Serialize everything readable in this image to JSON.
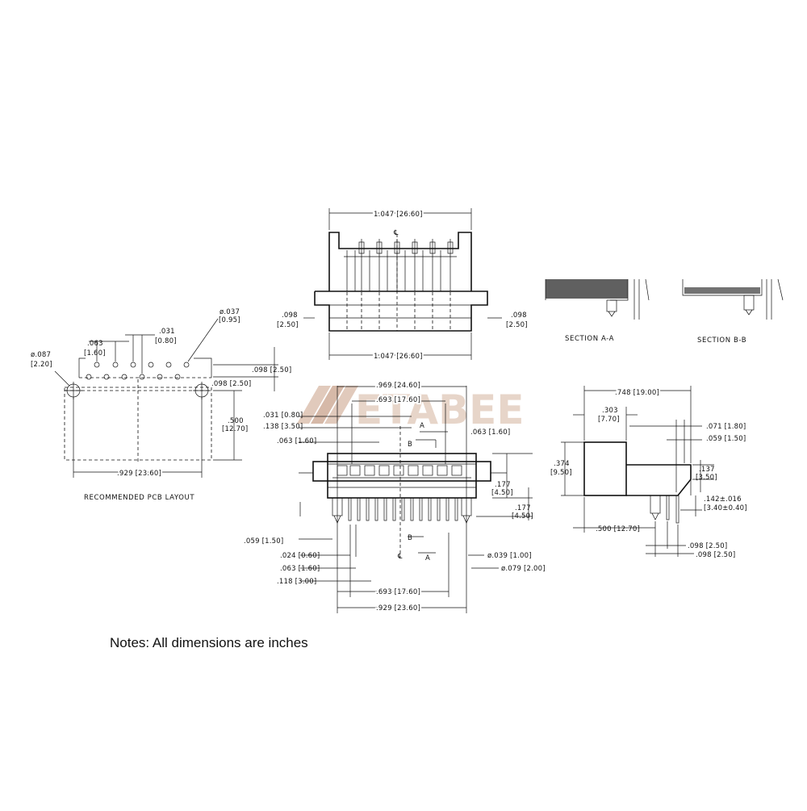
{
  "watermark": {
    "text": "ETABEE",
    "color": "#d8b9a6"
  },
  "notes": "Notes: All dimensions are inches",
  "pcb_layout": {
    "title": "RECOMMENDED PCB LAYOUT",
    "dims": {
      "hole_dia": "ø.037",
      "hole_dia_mm": "[0.95]",
      "mount_dia": "ø.087",
      "mount_dia_mm": "[2.20]",
      "pitch": ".063",
      "pitch_mm": "[1.60]",
      "offset": ".031",
      "offset_mm": "[0.80]",
      "row_a": ".098 [2.50]",
      "row_b": ".098 [2.50]",
      "height": ".500",
      "height_mm": "[12.70]",
      "width": ".929 [23.60]"
    }
  },
  "top_view": {
    "width_top": "1.047 [26.60]",
    "width_bottom": "1.047 [26.60]",
    "flange_left": ".098",
    "flange_left_mm": "[2.50]",
    "flange_right": ".098",
    "flange_right_mm": "[2.50]",
    "centerline": "℄"
  },
  "front_view": {
    "dims": {
      "w969": ".969 [24.60]",
      "w693": ".693 [17.60]",
      "d031": ".031 [0.80]",
      "d138": ".138 [3.50]",
      "d063a": ".063 [1.60]",
      "d063b": ".063 [1.60]",
      "h177a": ".177",
      "h177a_mm": "[4.50]",
      "h177b": ".177",
      "h177b_mm": "[4.50]",
      "d059": ".059 [1.50]",
      "d024": ".024 [0.60]",
      "d063c": ".063 [1.60]",
      "d118": ".118 [3.00]",
      "d039": "ø.039 [1.00]",
      "d079": "ø.079 [2.00]",
      "b693": ".693 [17.60]",
      "b929": ".929 [23.60]"
    },
    "markers": {
      "a_top": "A",
      "b_top": "B",
      "b_bottom": "B",
      "a_bottom": "A",
      "centerline": "℄"
    }
  },
  "sections": {
    "aa": "SECTION  A-A",
    "bb": "SECTION  B-B"
  },
  "side_view": {
    "dims": {
      "w748": ".748 [19.00]",
      "d303": ".303",
      "d303_mm": "[7.70]",
      "d071": ".071 [1.80]",
      "d059": ".059 [1.50]",
      "h374": ".374",
      "h374_mm": "[9.50]",
      "h137": ".137",
      "h137_mm": "[3.50]",
      "d142": ".142±.016",
      "d142_mm": "[3.40±0.40]",
      "d500": ".500 [12.70]",
      "d098a": ".098 [2.50]",
      "d098b": ".098 [2.50]"
    }
  }
}
